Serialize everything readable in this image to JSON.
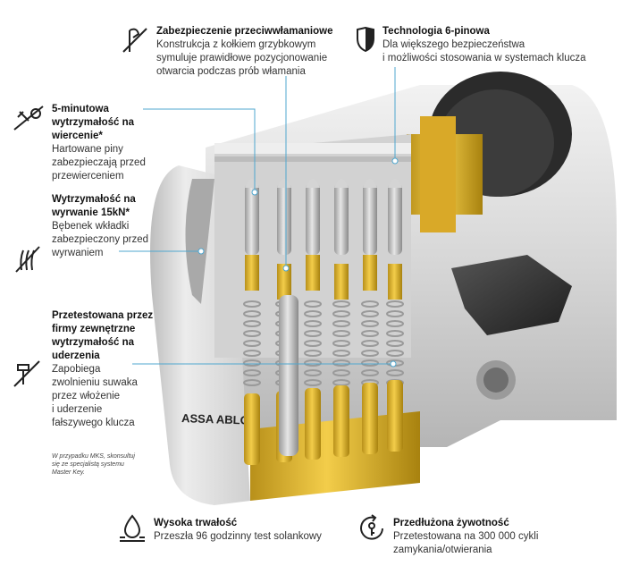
{
  "brand": {
    "name": "ASSA ABLOY"
  },
  "features": {
    "anti_break": {
      "title": "Zabezpieczenie przeciwwłamaniowe",
      "lines": [
        "Konstrukcja z kołkiem grzybkowym",
        "symuluje prawidłowe pozycjonowanie",
        "otwarcia podczas prób włamania"
      ],
      "icon": "anti-break-icon"
    },
    "six_pin": {
      "title": "Technologia 6-pinowa",
      "lines": [
        "Dla większego bezpieczeństwa",
        "i możliwości stosowania w systemach klucza"
      ],
      "icon": "shield-icon"
    },
    "drilling": {
      "title_lines": [
        "5-minutowa",
        "wytrzymałość na",
        "wiercenie*"
      ],
      "lines": [
        "Hartowane piny",
        "zabezpieczają przed",
        "przewierceniem"
      ],
      "icon": "drill-icon"
    },
    "pulling": {
      "title_lines": [
        "Wytrzymałość na",
        "wyrwanie 15kN*"
      ],
      "lines": [
        "Bębenek wkładki",
        "zabezpieczony przed",
        "wyrwaniem"
      ],
      "icon": "pull-icon"
    },
    "bumping": {
      "title_lines": [
        "Przetestowana przez",
        "firmy zewnętrzne",
        "wytrzymałość na",
        "uderzenia"
      ],
      "lines": [
        "Zapobiega",
        "zwolnieniu suwaka",
        "przez włożenie",
        "i uderzenie",
        "fałszywego klucza"
      ],
      "icon": "hammer-icon"
    },
    "durability": {
      "title": "Wysoka trwałość",
      "lines": [
        "Przeszła 96 godzinny test solankowy"
      ],
      "icon": "water-drop-icon"
    },
    "lifetime": {
      "title": "Przedłużona żywotność",
      "lines": [
        "Przetestowana na 300 000 cykli",
        "zamykania/otwierania"
      ],
      "icon": "cycle-key-icon"
    }
  },
  "note": {
    "lines": [
      "W przypadku MKS, skonsultuj",
      "się ze specjalistą systemu",
      "Master Key."
    ]
  },
  "colors": {
    "leader": "#4fa7cf",
    "brass": "#e0b42a",
    "brass_dark": "#b8901a",
    "silver": "#c9c9c9",
    "silver_dark": "#8e8e8e",
    "cam": "#2e2e2e"
  }
}
